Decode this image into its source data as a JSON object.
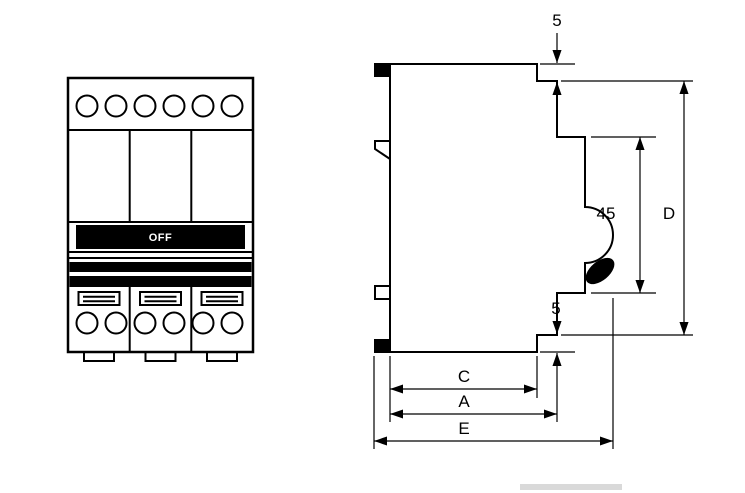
{
  "front_view": {
    "switch_label": "OFF"
  },
  "side_view": {
    "dim_top_step": "5",
    "dim_front_height": "45",
    "dim_overall_height": "D",
    "dim_bottom_step": "5",
    "dim_depth_c": "C",
    "dim_depth_a": "A",
    "dim_overall_depth": "E"
  },
  "colors": {
    "line": "#000000",
    "background": "#ffffff",
    "scrollbar": "#d9d9d9"
  }
}
